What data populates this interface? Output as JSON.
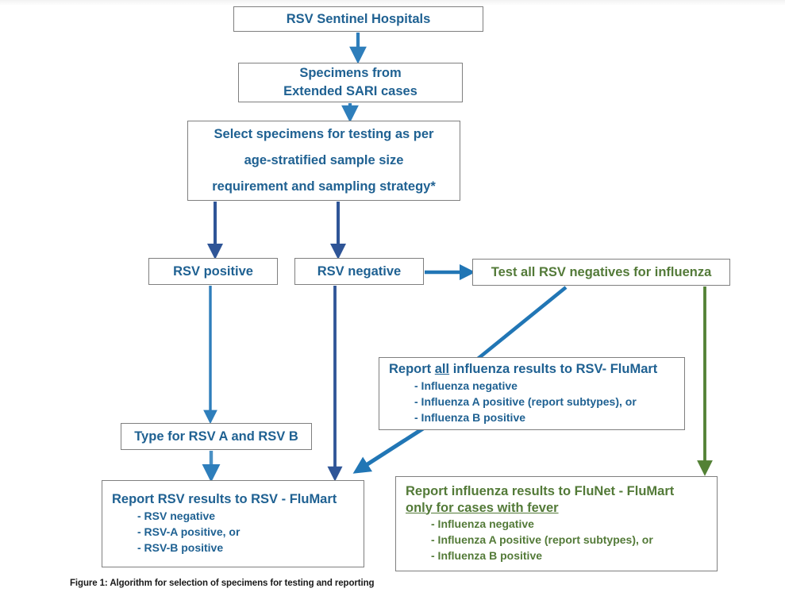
{
  "figure": {
    "caption": "Figure 1: Algorithm for selection of specimens for testing and reporting"
  },
  "colors": {
    "blue_text": "#1f6192",
    "green_text": "#537a38",
    "arrow_blue_light": "#2e7ebb",
    "arrow_blue_dark": "#2f5597",
    "arrow_green": "#538135",
    "box_border": "#7f7f7f",
    "background": "#ffffff"
  },
  "nodes": {
    "sentinel": {
      "label": "RSV Sentinel Hospitals",
      "color": "blue"
    },
    "specimens": {
      "line1": "Specimens from",
      "line2": "Extended SARI cases",
      "color": "blue"
    },
    "select": {
      "line1": "Select specimens for testing as per",
      "line2": "age-stratified sample size",
      "line3": "requirement and sampling strategy*",
      "color": "blue"
    },
    "rsv_positive": {
      "label": "RSV positive",
      "color": "blue"
    },
    "rsv_negative": {
      "label": "RSV negative",
      "color": "blue"
    },
    "test_all": {
      "label": "Test all RSV negatives for influenza",
      "color": "green"
    },
    "report_flu_rsvflumart": {
      "head_pre": "Report ",
      "head_underlined": "all",
      "head_post": " influenza results to RSV- FluMart",
      "items": [
        "- Influenza negative",
        "- Influenza A positive (report subtypes), or",
        "- Influenza B positive"
      ],
      "color": "blue"
    },
    "type_rsv": {
      "label": "Type for RSV A and RSV B",
      "color": "blue"
    },
    "report_rsv": {
      "head": "Report RSV results to RSV - FluMart",
      "items": [
        "- RSV negative",
        "- RSV-A positive, or",
        "- RSV-B positive"
      ],
      "color": "blue"
    },
    "report_flunet": {
      "head_line1": "Report influenza results to FluNet - FluMart",
      "head_line2_underlined": "only for cases with fever",
      "items": [
        "- Influenza negative",
        "- Influenza A positive (report subtypes), or",
        "- Influenza B positive"
      ],
      "color": "green"
    }
  },
  "edges": [
    {
      "name": "sentinel-to-specimens",
      "from": "sentinel",
      "to": "specimens",
      "style": "vertical",
      "color": "arrow_blue_light"
    },
    {
      "name": "specimens-to-select",
      "from": "specimens",
      "to": "select",
      "style": "vertical",
      "color": "arrow_blue_light"
    },
    {
      "name": "select-to-rsv-positive",
      "from": "select",
      "to": "rsv_positive",
      "style": "vertical",
      "color": "arrow_blue_dark"
    },
    {
      "name": "select-to-rsv-negative",
      "from": "select",
      "to": "rsv_negative",
      "style": "vertical",
      "color": "arrow_blue_dark"
    },
    {
      "name": "rsv-negative-to-test-all",
      "from": "rsv_negative",
      "to": "test_all",
      "style": "horizontal",
      "color": "arrow_blue_light"
    },
    {
      "name": "rsv-positive-to-type",
      "from": "rsv_positive",
      "to": "type_rsv",
      "style": "vertical",
      "color": "arrow_blue_light"
    },
    {
      "name": "type-to-report-rsv",
      "from": "type_rsv",
      "to": "report_rsv",
      "style": "vertical",
      "color": "arrow_blue_light"
    },
    {
      "name": "rsv-negative-to-report-rsv",
      "from": "rsv_negative",
      "to": "report_rsv",
      "style": "vertical",
      "color": "arrow_blue_dark"
    },
    {
      "name": "report-flu-to-test-all",
      "from": "report_flu_rsvflumart",
      "to": "test_all",
      "style": "diagonal",
      "color": "arrow_blue_light"
    },
    {
      "name": "report-flu-to-report-rsv",
      "from": "report_flu_rsvflumart",
      "to": "report_rsv",
      "style": "diagonal",
      "color": "arrow_blue_light"
    },
    {
      "name": "test-all-to-report-flunet",
      "from": "test_all",
      "to": "report_flunet",
      "style": "vertical",
      "color": "arrow_green"
    }
  ]
}
